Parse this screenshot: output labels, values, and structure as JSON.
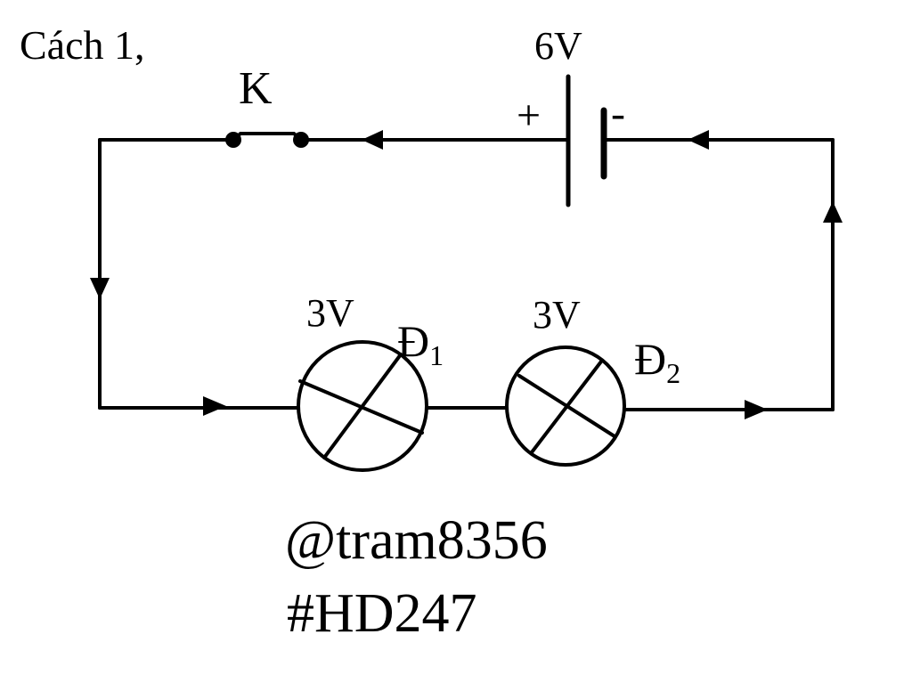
{
  "title": "Cách  1,",
  "switch_label": "K",
  "battery": {
    "voltage": "6V",
    "plus": "+",
    "minus": "-"
  },
  "lamps": [
    {
      "voltage": "3V",
      "name": "Đ",
      "sub": "1"
    },
    {
      "voltage": "3V",
      "name": "Đ",
      "sub": "2"
    }
  ],
  "watermark": {
    "user": "@tram8356",
    "tag": "#HD247"
  }
}
